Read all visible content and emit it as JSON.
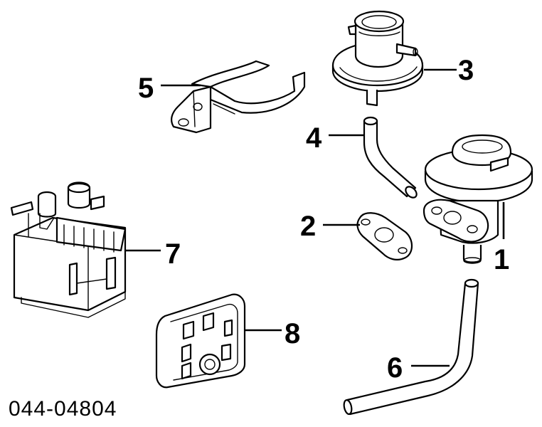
{
  "callouts": {
    "c1": "1",
    "c2": "2",
    "c3": "3",
    "c4": "4",
    "c5": "5",
    "c6": "6",
    "c7": "7",
    "c8": "8"
  },
  "diagram_number": "044-04804",
  "icons": {
    "egr_valve": "egr-valve-icon",
    "vacuum_modulator": "vacuum-modulator-icon",
    "gasket": "gasket-icon",
    "hose": "hose-icon",
    "bracket": "bracket-icon",
    "pipe": "pipe-icon",
    "canister": "charcoal-canister-icon",
    "plate_bracket": "plate-bracket-icon"
  }
}
